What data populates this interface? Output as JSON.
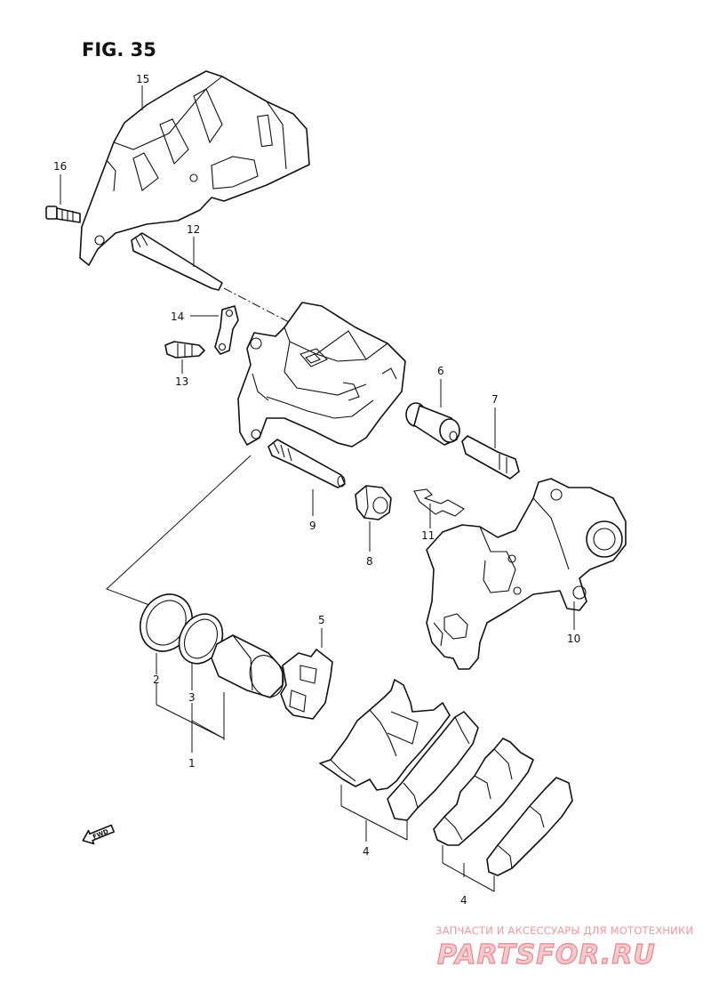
{
  "figure": {
    "title": "FIG. 35"
  },
  "callouts": {
    "p1": "1",
    "p2": "2",
    "p3": "3",
    "p4a": "4",
    "p4b": "4",
    "p5": "5",
    "p6": "6",
    "p7": "7",
    "p8": "8",
    "p9": "9",
    "p10": "10",
    "p11": "11",
    "p12": "12",
    "p13": "13",
    "p14": "14",
    "p15": "15",
    "p16": "16"
  },
  "direction_marker": {
    "label": "FWD",
    "icon": "arrow-left-icon"
  },
  "watermark": {
    "tagline": "ЗАПЧАСТИ И АКСЕССУАРЫ ДЛЯ МОТОТЕХНИКИ",
    "brand": "PARTSFOR.RU",
    "color": "#e9858c"
  }
}
